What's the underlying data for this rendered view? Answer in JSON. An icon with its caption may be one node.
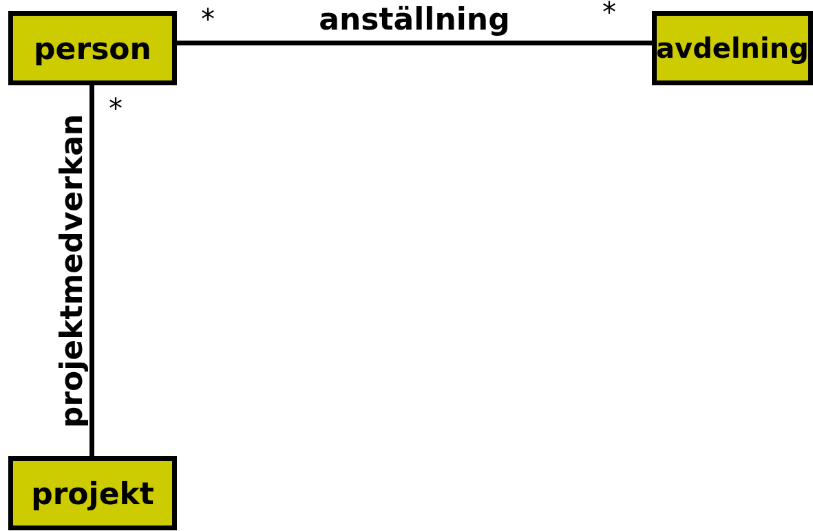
{
  "diagram": {
    "nodes": [
      {
        "text": [
          "person"
        ]
      },
      {
        "text": [
          "avdelning"
        ]
      },
      {
        "text": [
          "projekt"
        ]
      }
    ],
    "edges": [
      {
        "from": 0,
        "to": 1,
        "arrow": "none",
        "label": "anställning"
      },
      {
        "from": 0,
        "to": 2,
        "arrow": "none",
        "label": "projektmedverkan"
      }
    ],
    "labels": [
      "*",
      "*",
      "*"
    ]
  }
}
